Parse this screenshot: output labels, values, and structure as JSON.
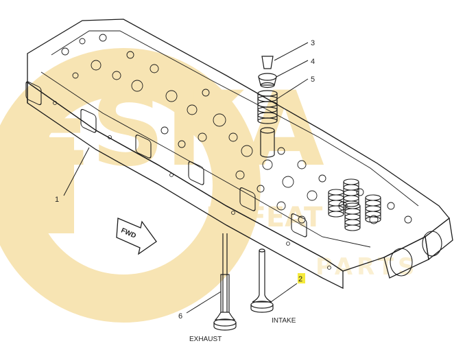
{
  "watermark": {
    "big_letters": "ESKA",
    "small_word_1": "DEFEAT",
    "small_word_2": "PARTS",
    "color": "#f6dfa6"
  },
  "callouts": [
    {
      "id": "1",
      "text": "1",
      "highlighted": false
    },
    {
      "id": "2",
      "text": "2",
      "highlighted": true
    },
    {
      "id": "3",
      "text": "3",
      "highlighted": false
    },
    {
      "id": "4",
      "text": "4",
      "highlighted": false
    },
    {
      "id": "5",
      "text": "5",
      "highlighted": false
    },
    {
      "id": "6",
      "text": "6",
      "highlighted": false
    }
  ],
  "labels": {
    "fwd": "FWD",
    "exhaust": "EXHAUST",
    "intake": "INTAKE"
  },
  "highlight_color": "#f5ea3b"
}
